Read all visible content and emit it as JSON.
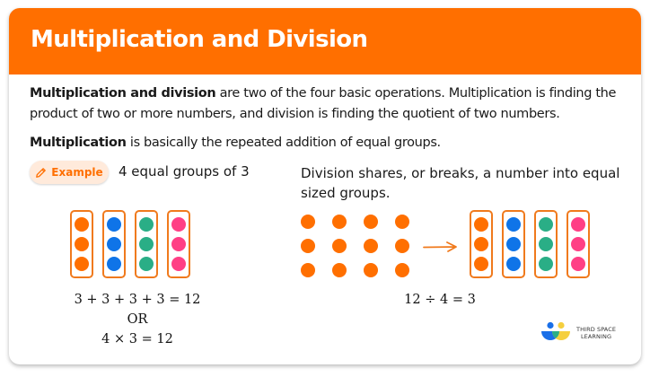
{
  "header": {
    "title": "Multiplication and Division",
    "background_color": "#ff6f00"
  },
  "intro": {
    "bold_lead": "Multiplication and division",
    "line1_rest": " are two of the four basic operations. Multiplication is finding the",
    "line2": "product of two or more numbers, and division is finding the quotient of two numbers."
  },
  "definition": {
    "bold_lead": "Multiplication",
    "rest": " is basically the repeated addition of equal groups."
  },
  "example_badge": {
    "label": "Example",
    "icon": "pencil-icon",
    "color": "#ff6f00",
    "background": "#ffeadb"
  },
  "multiplication": {
    "caption": "4 equal groups of 3",
    "groups": [
      {
        "color": "#ff6f00",
        "count": 3
      },
      {
        "color": "#0f74e8",
        "count": 3
      },
      {
        "color": "#2aae86",
        "count": 3
      },
      {
        "color": "#ff3f85",
        "count": 3
      }
    ],
    "equation1": "3 + 3 + 3 + 3 = 12",
    "or_label": "OR",
    "equation2": "4 × 3 = 12"
  },
  "division": {
    "caption": "Division shares, or breaks, a number into equal sized groups.",
    "grid": {
      "rows": 3,
      "cols": 4,
      "color": "#ff6f00"
    },
    "arrow": "right-arrow-icon",
    "groups": [
      {
        "color": "#ff6f00",
        "count": 3
      },
      {
        "color": "#0f74e8",
        "count": 3
      },
      {
        "color": "#2aae86",
        "count": 3
      },
      {
        "color": "#ff3f85",
        "count": 3
      }
    ],
    "equation": "12 ÷ 4 = 3"
  },
  "logo": {
    "line1": "THIRD SPACE",
    "line2": "LEARNING"
  }
}
